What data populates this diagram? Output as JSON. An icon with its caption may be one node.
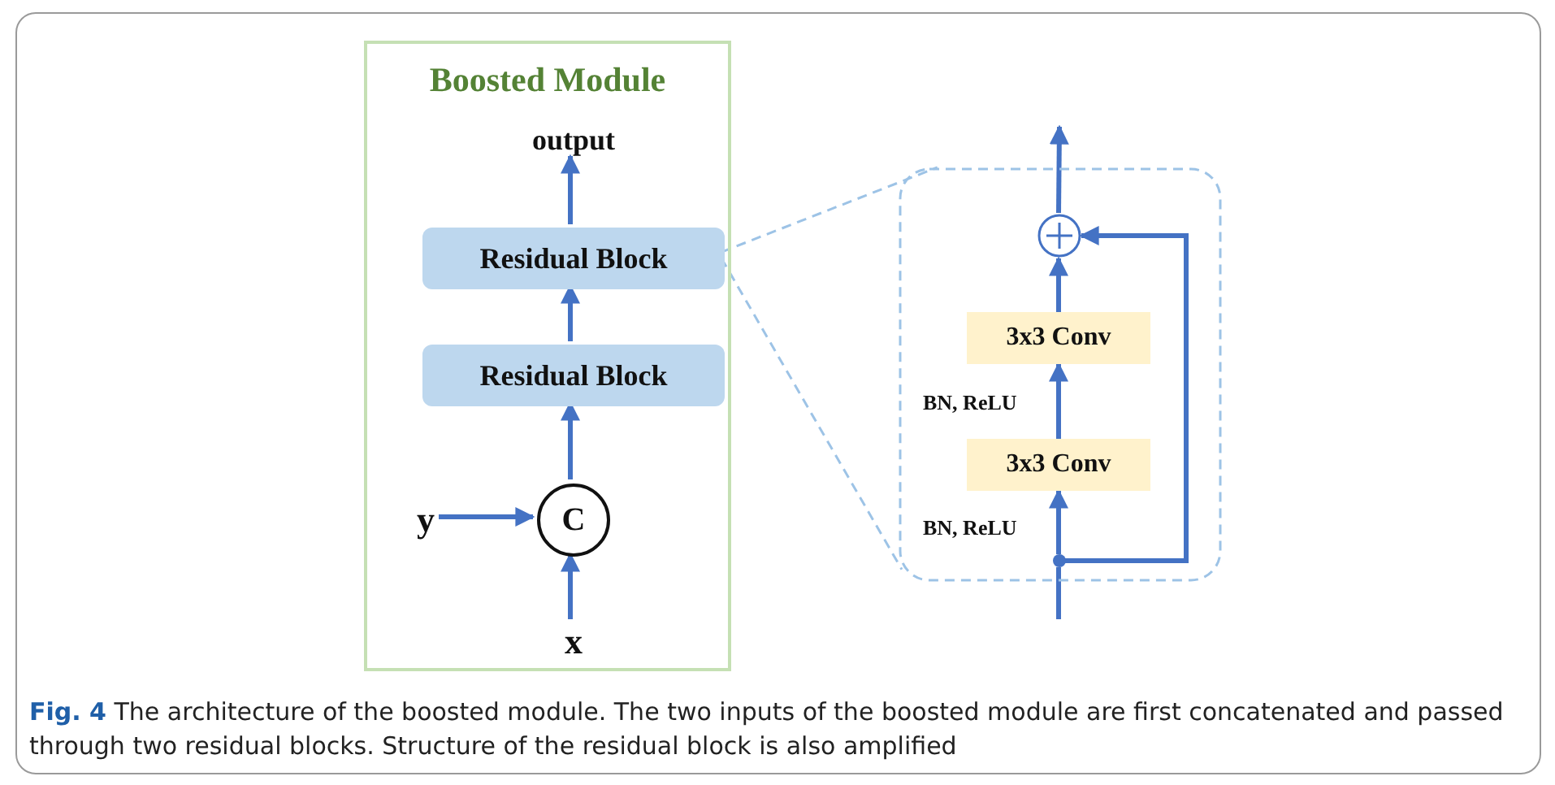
{
  "diagram": {
    "nodes": [
      {
        "text": [
          "Boosted Module"
        ]
      },
      {
        "text": [
          "output"
        ],
        "in": 0
      },
      {
        "text": [
          "Residual Block"
        ],
        "in": 0
      },
      {
        "text": [
          "Residual Block"
        ],
        "in": 0
      },
      {
        "text": [
          "C"
        ],
        "in": 0
      },
      {
        "text": [
          "y"
        ],
        "in": 0
      },
      {
        "text": [
          "x"
        ],
        "in": 0
      },
      {
        "text": [],
        "shape": "box"
      },
      {
        "text": [],
        "shape": "circle",
        "in": 7
      },
      {
        "text": [
          "3x3 Conv"
        ],
        "in": 7
      },
      {
        "text": [
          "3x3 Conv"
        ],
        "in": 7
      },
      {
        "text": [],
        "shape": "circle",
        "in": 7
      }
    ],
    "edges": [
      {
        "from": 2,
        "to": 1,
        "arrow": "to"
      },
      {
        "from": 3,
        "to": 2,
        "arrow": "to"
      },
      {
        "from": 4,
        "to": 3,
        "arrow": "to"
      },
      {
        "from": 5,
        "to": 4,
        "arrow": "to"
      },
      {
        "from": 6,
        "to": 4,
        "arrow": "to"
      },
      {
        "from": 2,
        "to": 7,
        "arrow": "none",
        "style": "dashed",
        "color": "#9dc3e6"
      },
      {
        "from": 2,
        "to": 7,
        "arrow": "none",
        "style": "dashed",
        "color": "#9dc3e6"
      },
      {
        "from": 8,
        "to": null,
        "arrow": "to"
      },
      {
        "from": 9,
        "to": 8,
        "arrow": "to"
      },
      {
        "from": 10,
        "to": 9,
        "arrow": "to"
      },
      {
        "from": 11,
        "to": 10,
        "arrow": "to"
      },
      {
        "from": 11,
        "to": 8,
        "arrow": "to"
      },
      {
        "from": null,
        "to": 11,
        "arrow": "none"
      }
    ],
    "labels": [
      "BN, ReLU",
      "BN, ReLU"
    ],
    "caption": "**Fig. 4**  The architecture of the boosted module. The two inputs of the boosted module are first concatenated and passed through two residual blocks. Structure of the residual block is also amplified"
  }
}
